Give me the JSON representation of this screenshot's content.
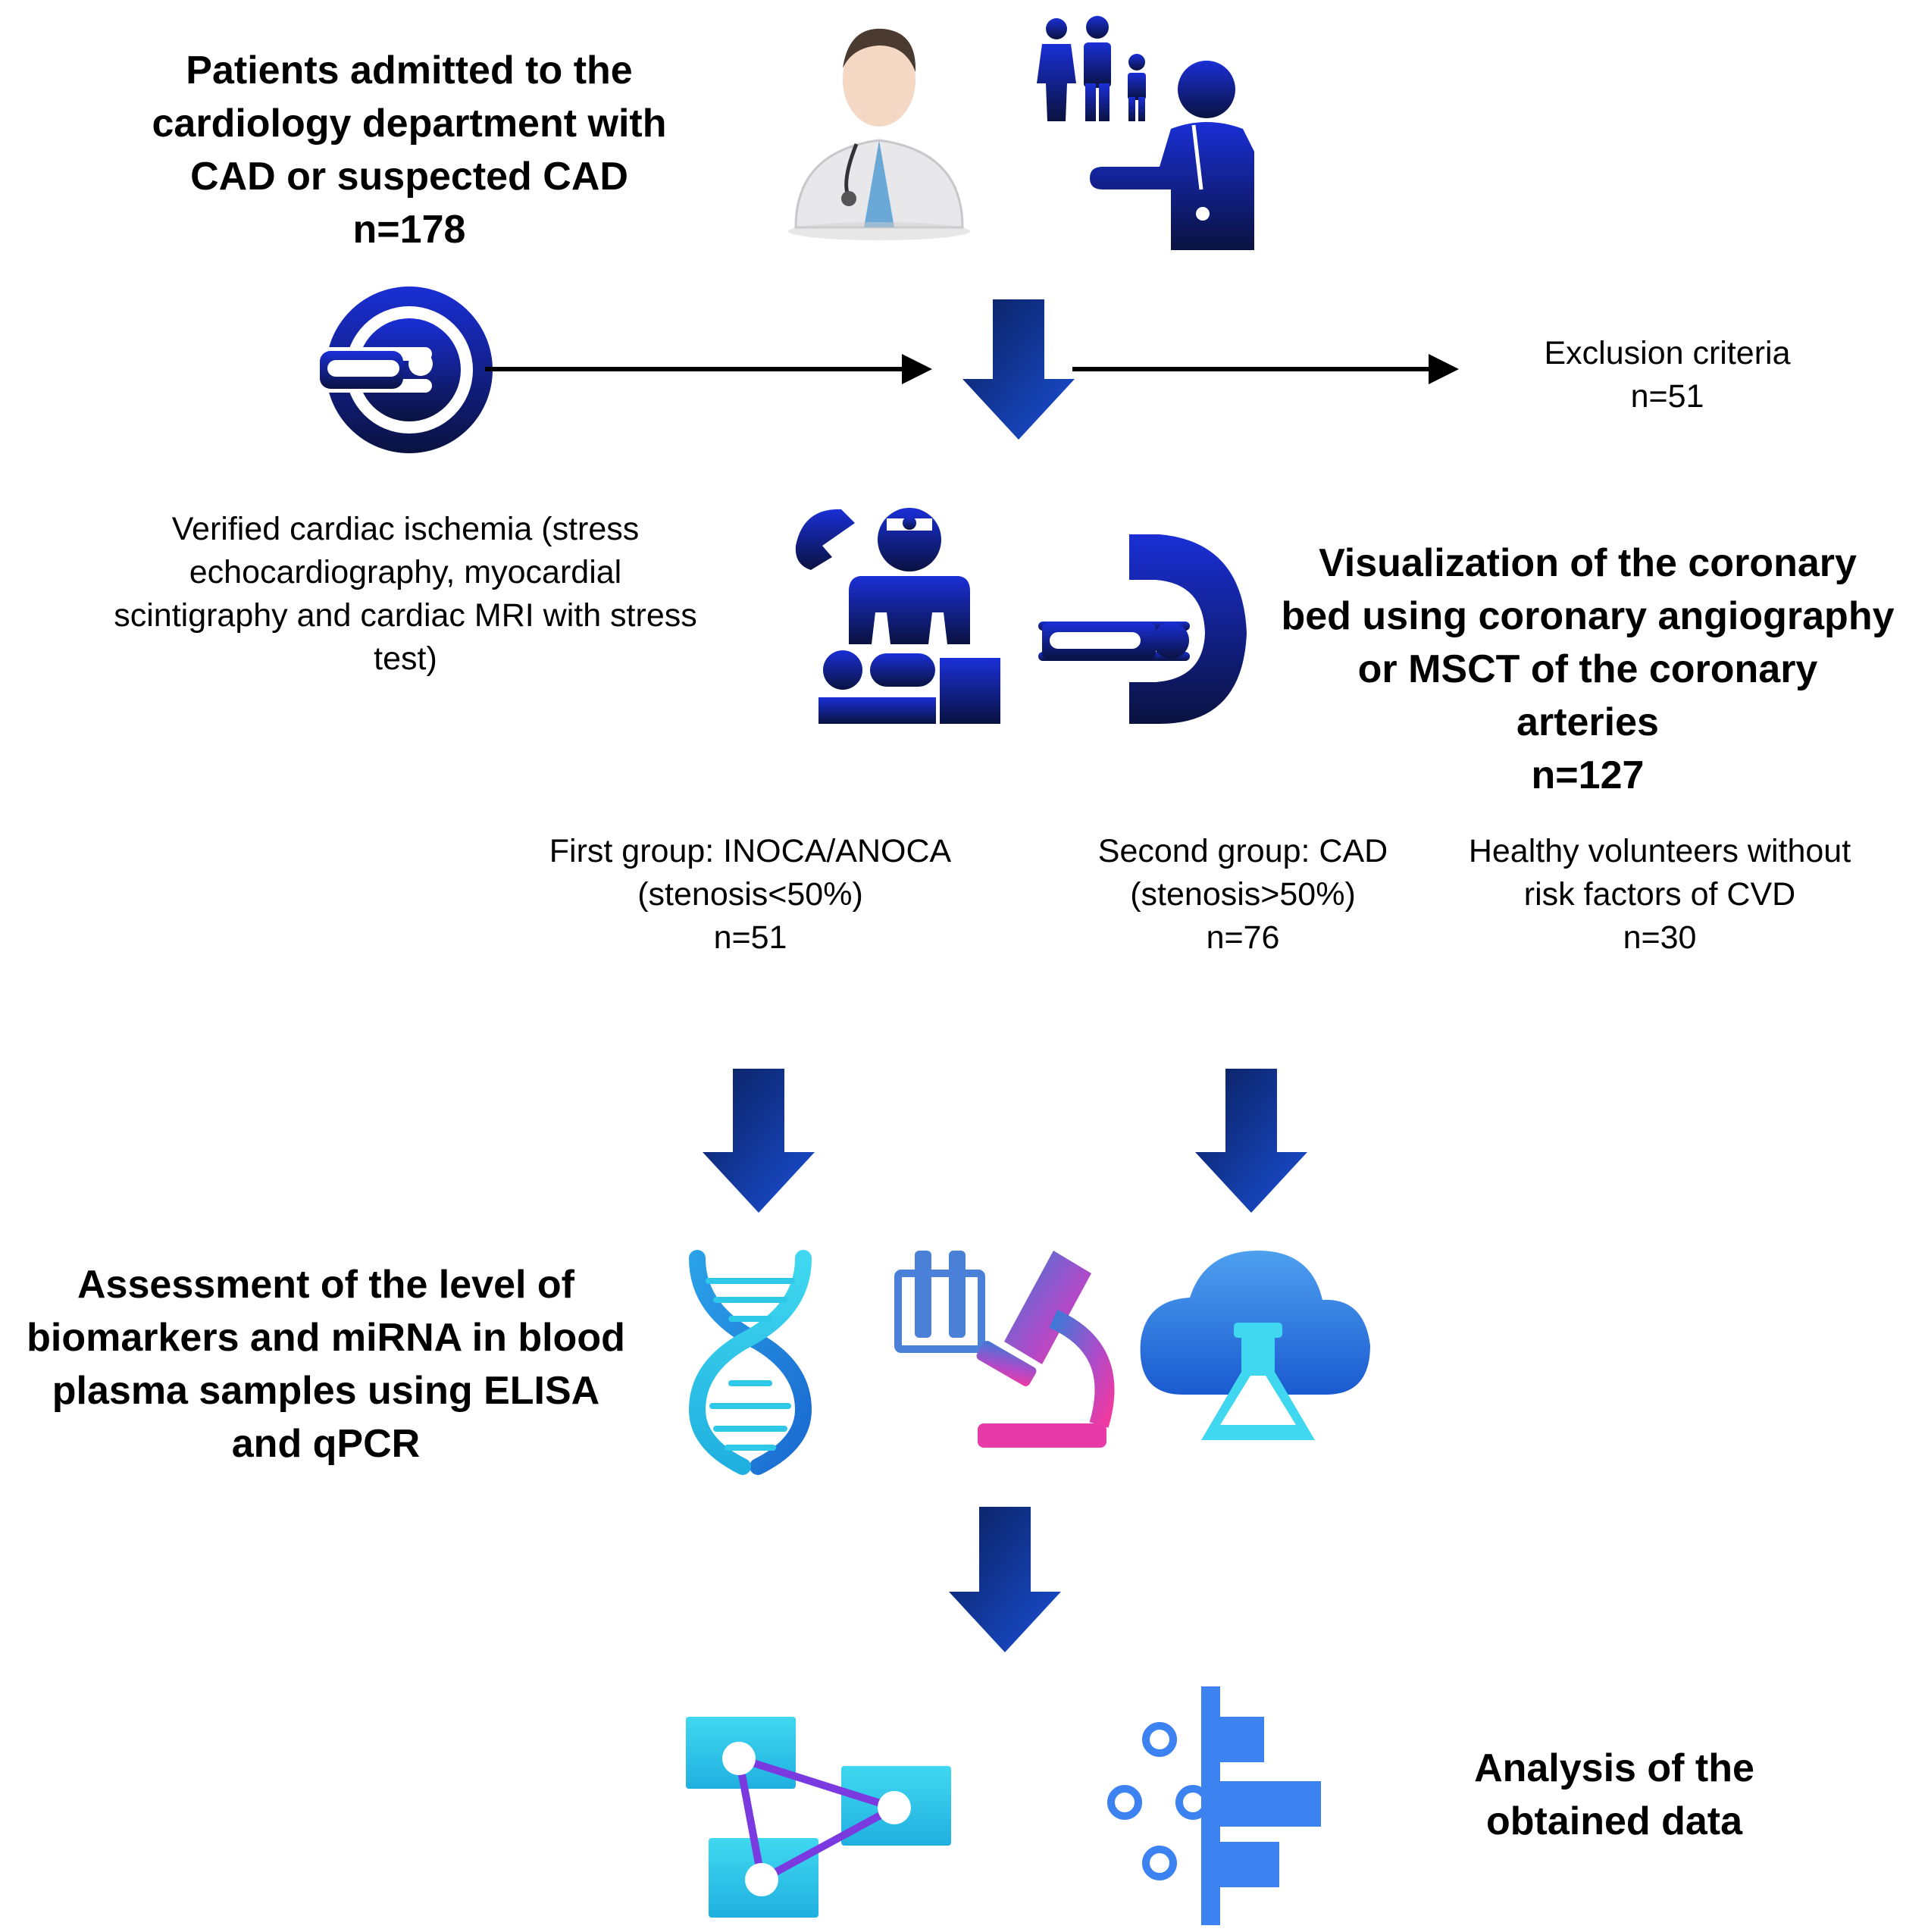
{
  "admission": {
    "lines": [
      "Patients admitted to the",
      "cardiology department with",
      "CAD or suspected CAD",
      "n=178"
    ]
  },
  "exclusion": {
    "lines": [
      "Exclusion criteria",
      "n=51"
    ]
  },
  "ischemia": {
    "lines": [
      "Verified cardiac ischemia (stress",
      "echocardiography, myocardial",
      "scintigraphy and cardiac MRI with stress",
      "test)"
    ]
  },
  "visualization": {
    "lines": [
      "Visualization of the coronary",
      "bed using coronary angiography",
      "or MSCT of the coronary",
      "arteries",
      "n=127"
    ]
  },
  "groups": [
    {
      "lines": [
        "First group: INOCA/ANOCA",
        "(stenosis<50%)",
        "n=51"
      ]
    },
    {
      "lines": [
        "Second group: CAD",
        "(stenosis>50%)",
        "n=76"
      ]
    },
    {
      "lines": [
        "Healthy volunteers without",
        "risk factors of CVD",
        "n=30"
      ]
    }
  ],
  "assessment": {
    "lines": [
      "Assessment of the level of",
      "biomarkers and miRNA in blood",
      "plasma samples using ELISA",
      "and qPCR"
    ]
  },
  "analysis": {
    "lines": [
      "Analysis of the",
      "obtained data"
    ]
  },
  "icons": [
    "doctor-icon",
    "family-doctor-icon",
    "mri-scanner-icon",
    "surgeon-icon",
    "c-arm-angiography-icon",
    "dna-icon",
    "microscope-test-tubes-icon",
    "cloud-flask-icon",
    "data-flow-icon",
    "data-analysis-icon"
  ],
  "colors": {
    "arrow_dark": "#0a1f5c",
    "arrow_light": "#1a4fd6",
    "icon_blue": "#1a2fd6",
    "cyan": "#2ec8e8",
    "purple": "#7a3ae0",
    "magenta": "#e83aa8",
    "bright_blue": "#3c82f0"
  }
}
